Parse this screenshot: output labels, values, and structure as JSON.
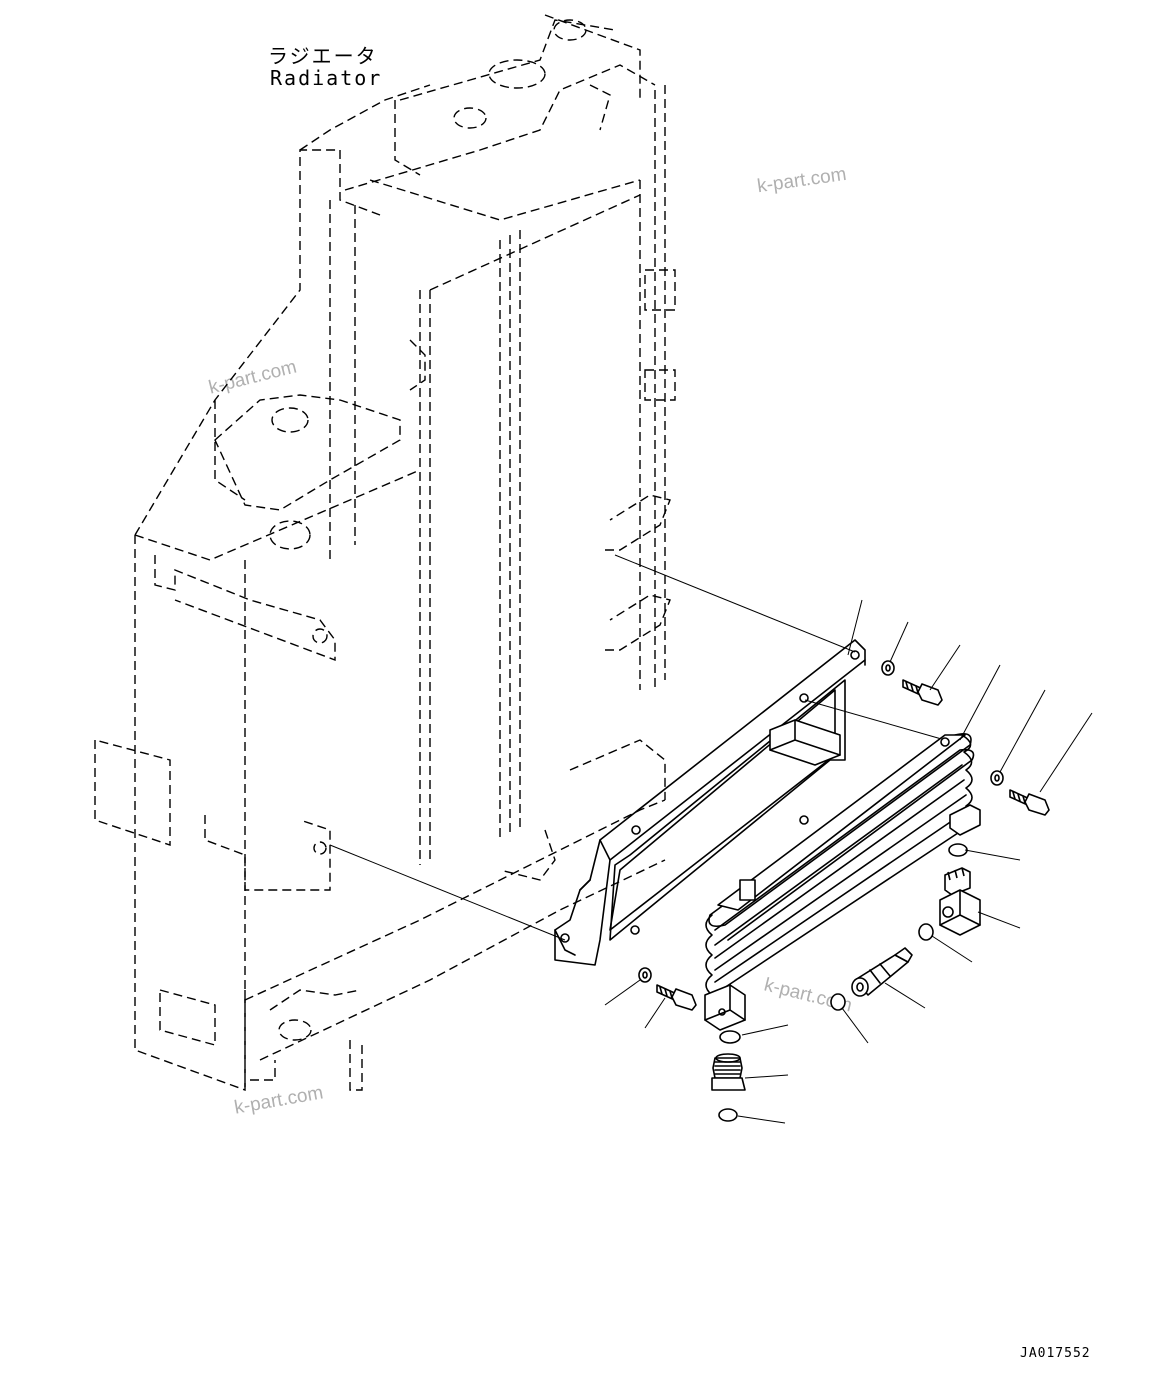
{
  "title": {
    "jp": "ラジエータ",
    "en": "Radiator"
  },
  "drawing_code": "JA017552",
  "watermarks": [
    "k-part.com",
    "k-part.com",
    "k-part.com",
    "k-part.com"
  ],
  "parts": [
    {
      "name": "radiator-assembly"
    },
    {
      "name": "oil-cooler-bracket"
    },
    {
      "name": "oil-cooler"
    },
    {
      "name": "washer"
    },
    {
      "name": "bolt"
    },
    {
      "name": "o-ring"
    },
    {
      "name": "elbow-fitting"
    },
    {
      "name": "connector"
    },
    {
      "name": "straight-fitting"
    }
  ]
}
